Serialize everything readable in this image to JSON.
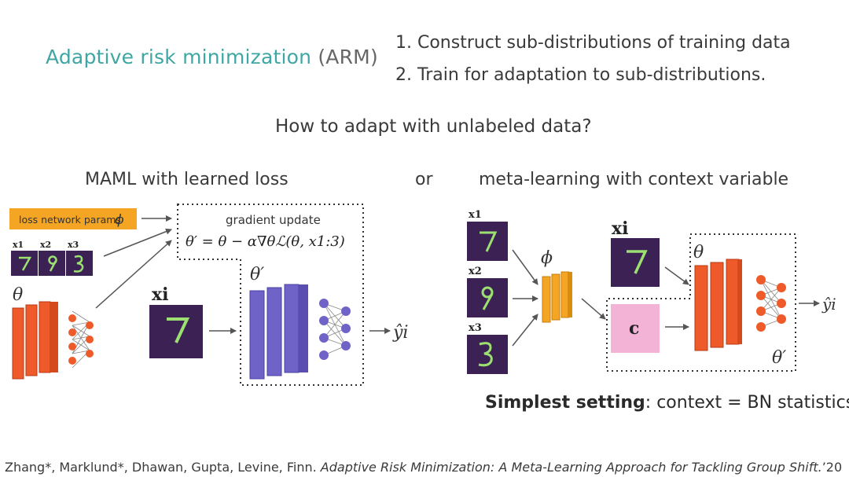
{
  "header": {
    "title_accent": "Adaptive risk minimization",
    "title_sub": "(ARM)",
    "steps": [
      "1. Construct sub-distributions of training data",
      "2. Train for adaptation to sub-distributions."
    ]
  },
  "question": "How to adapt with unlabeled data?",
  "left": {
    "heading": "MAML with learned loss",
    "loss_label": "loss network params",
    "phi": "ϕ",
    "update_title": "gradient update",
    "update_eq": "θ′ = θ − α∇θℒ(θ, x1:3)",
    "x_labels": [
      "x1",
      "x2",
      "x3"
    ],
    "theta": "θ",
    "theta_prime": "θ′",
    "xi": "xi",
    "yhat": "ŷi"
  },
  "or": "or",
  "right": {
    "heading": "meta-learning with context variable",
    "x_labels": [
      "x1",
      "x2",
      "x3"
    ],
    "phi": "ϕ",
    "xi": "xi",
    "theta": "θ",
    "c": "c",
    "theta_prime": "θ′",
    "yhat": "ŷi"
  },
  "caption": {
    "bold": "Simplest setting",
    "rest": ": context = BN statistics"
  },
  "citation": {
    "authors": "Zhang*, Marklund*, Dhawan, Gupta, Levine, Finn. ",
    "paper": "Adaptive Risk Minimization: A Meta-Learning Approach for Tackling Group Shift.",
    "year": "’20"
  },
  "colors": {
    "accent": "#3fa7a3",
    "orange_layer": "#ee5a2a",
    "purple_layer": "#6f63c7",
    "yellow_layer": "#f4a523",
    "loss_box": "#f4a523",
    "context_box": "#f2b3d6",
    "digit_bg": "#3b2154",
    "digit_stroke": "#9be070"
  },
  "icons": [
    "digit-seven-icon",
    "digit-nine-icon",
    "digit-three-icon",
    "neural-net-icon",
    "arrow-icon"
  ]
}
